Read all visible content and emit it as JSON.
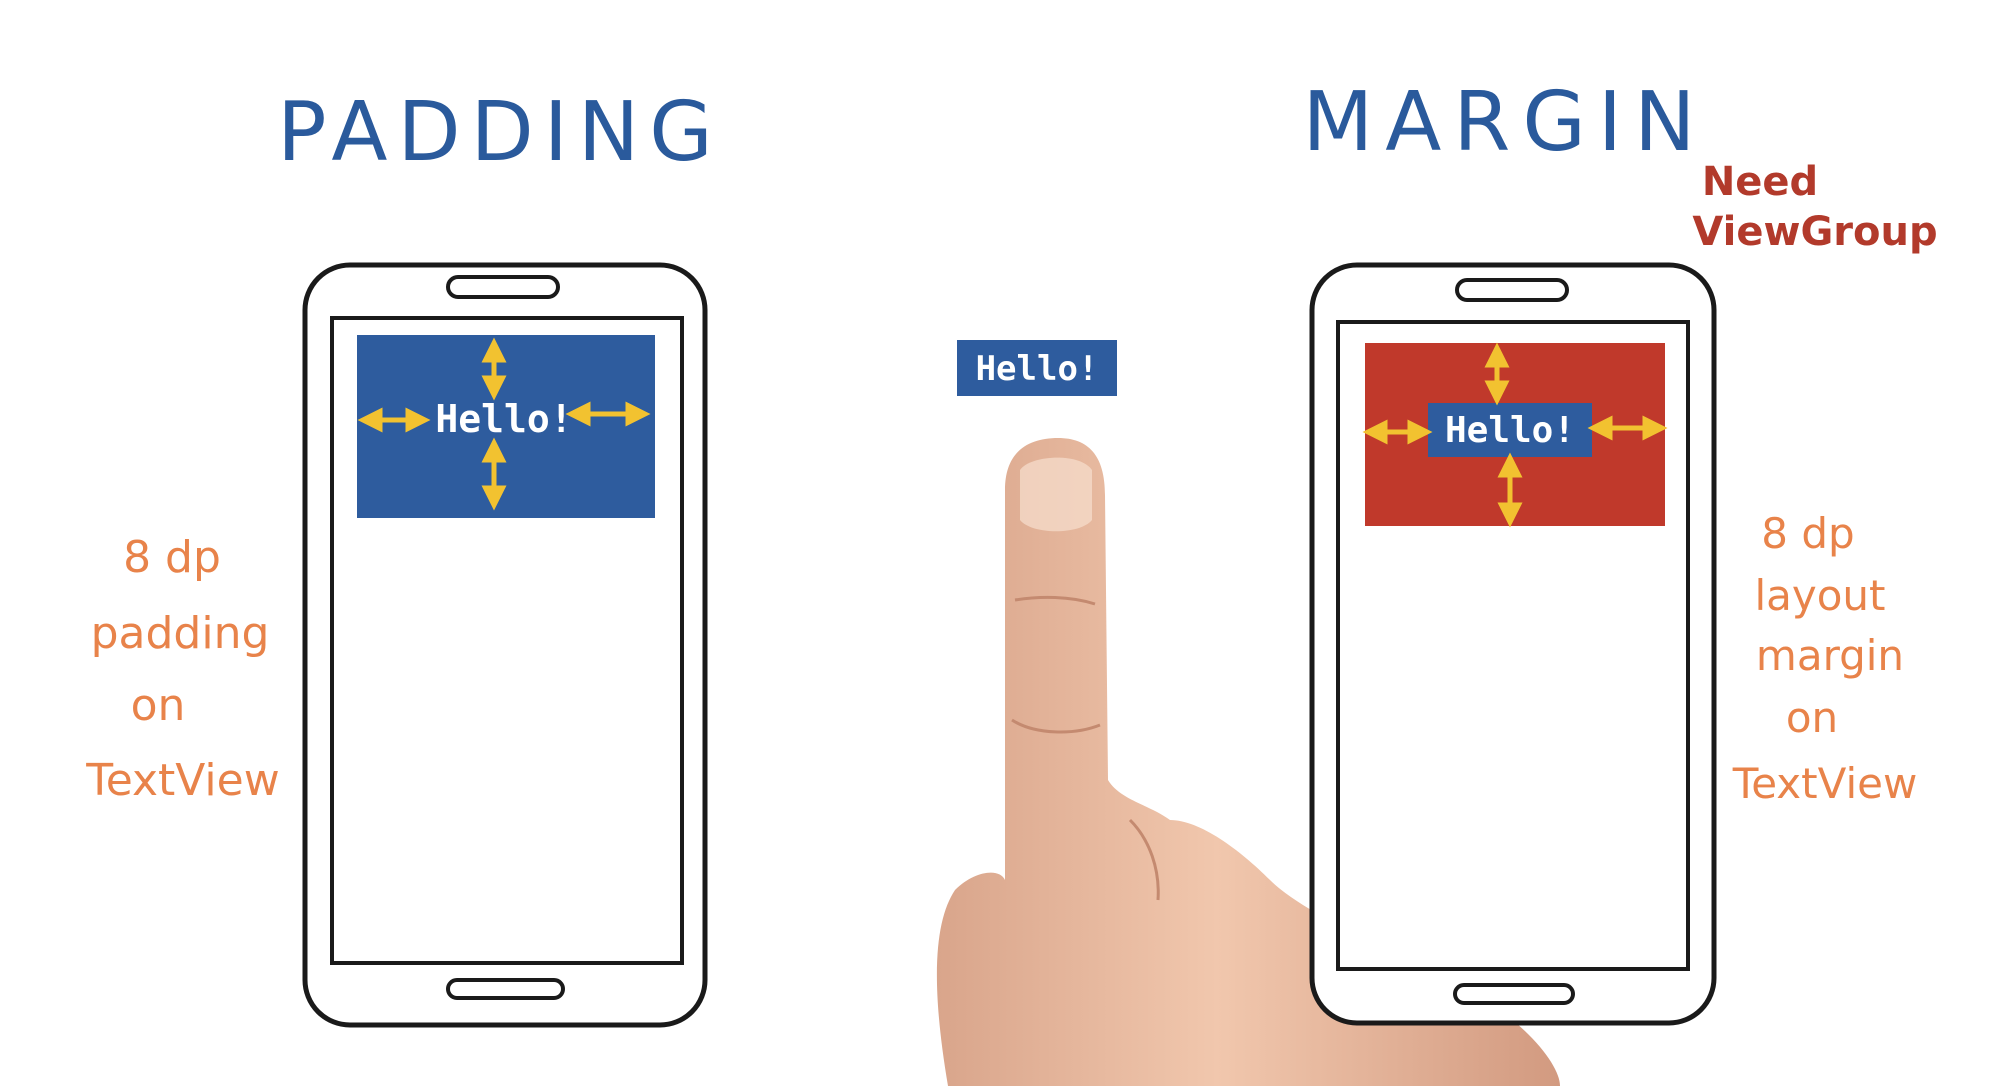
{
  "padding_panel": {
    "title": "PADDING",
    "hello_text": "Hello!",
    "note_lines": [
      "8 dp",
      "padding",
      "on",
      "TextView"
    ]
  },
  "margin_panel": {
    "title": "MARGIN",
    "hello_text": "Hello!",
    "note_lines": [
      "8 dp",
      "layout",
      "margin",
      "on",
      "TextView"
    ],
    "callout_lines": [
      "Need",
      "ViewGroup"
    ]
  },
  "center_label": {
    "hello_text": "Hello!"
  },
  "colors": {
    "title_blue": "#2a5a9c",
    "textview_blue": "#2e5c9e",
    "margin_red": "#c0392b",
    "arrow_yellow": "#f2c230",
    "note_orange": "#e8834a",
    "callout_red": "#b23a2b",
    "outline": "#1a1a1a",
    "skin": "#e9b79c"
  }
}
